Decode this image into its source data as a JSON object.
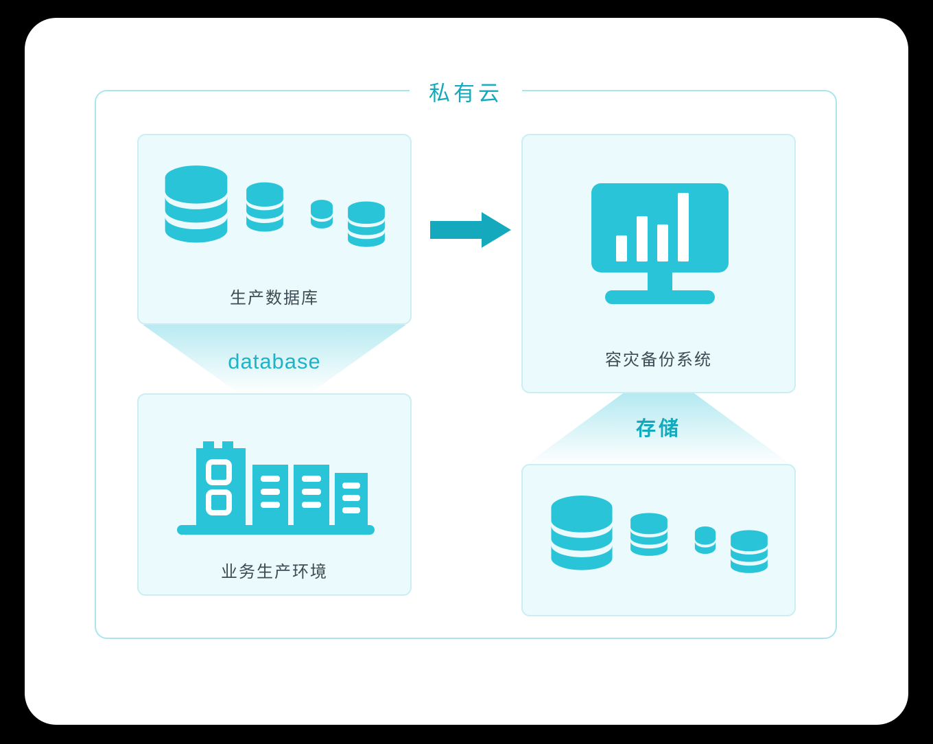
{
  "page": {
    "title": "私有云"
  },
  "boxes": {
    "production_db": {
      "label": "生产数据库"
    },
    "backup_system": {
      "label": "容灾备份系统"
    },
    "business_env": {
      "label": "业务生产环境"
    },
    "storage": {
      "label": ""
    }
  },
  "connectors": {
    "db_to_env_label": "database",
    "backup_to_storage_label": "存储"
  },
  "icons": {
    "database_cluster": "database-cluster-icon",
    "monitor_chart": "monitor-chart-icon",
    "buildings": "buildings-icon",
    "arrow_right": "arrow-right-icon"
  },
  "colors": {
    "icon_teal": "#2AC4D9",
    "accent_teal": "#14A9BD",
    "flow_label_teal": "#1FB3C6",
    "box_fill": "#EBFAFC",
    "box_border": "#C9EEF3",
    "container_border": "#ABE5EC",
    "label_text": "#3E4A54",
    "card_bg": "#FFFFFF",
    "page_bg": "#000000"
  }
}
